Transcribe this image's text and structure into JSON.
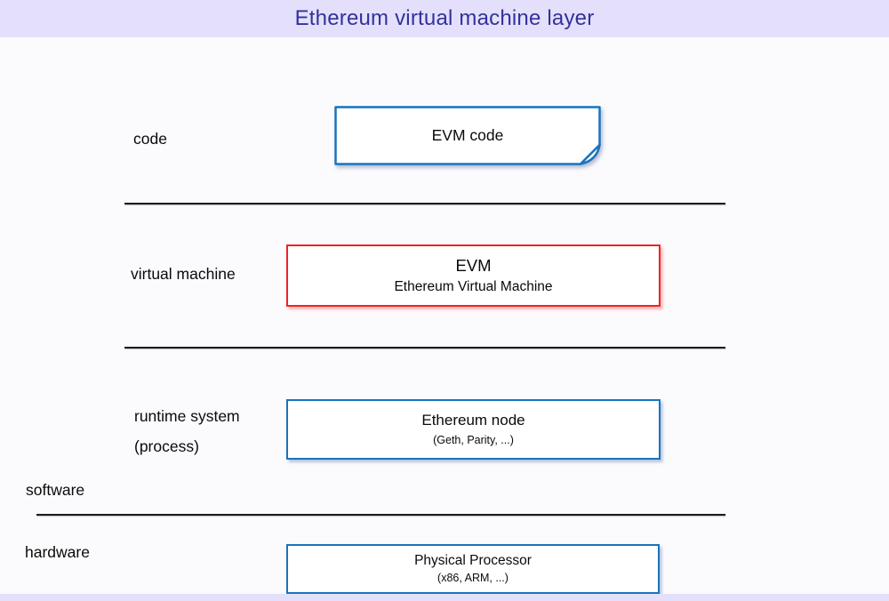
{
  "title": "Ethereum virtual machine layer",
  "colors": {
    "header_bg": "#e4e0fb",
    "page_bg": "#fbfbfe",
    "title_text": "#32329b",
    "blue_border": "#1874bd",
    "red_border": "#ee2424",
    "line": "#1c1c1c"
  },
  "layers": {
    "code": {
      "label": "code",
      "box_title": "EVM code"
    },
    "virtual_machine": {
      "label": "virtual machine",
      "box_title": "EVM",
      "box_subtitle": "Ethereum Virtual Machine"
    },
    "runtime_system": {
      "label_line1": "runtime system",
      "label_line2": "(process)",
      "box_title": "Ethereum node",
      "box_subtitle": "(Geth, Parity, ...)"
    },
    "hardware": {
      "box_title": "Physical Processor",
      "box_subtitle": "(x86, ARM, ...)"
    },
    "software_label": "software",
    "hardware_label": "hardware"
  }
}
